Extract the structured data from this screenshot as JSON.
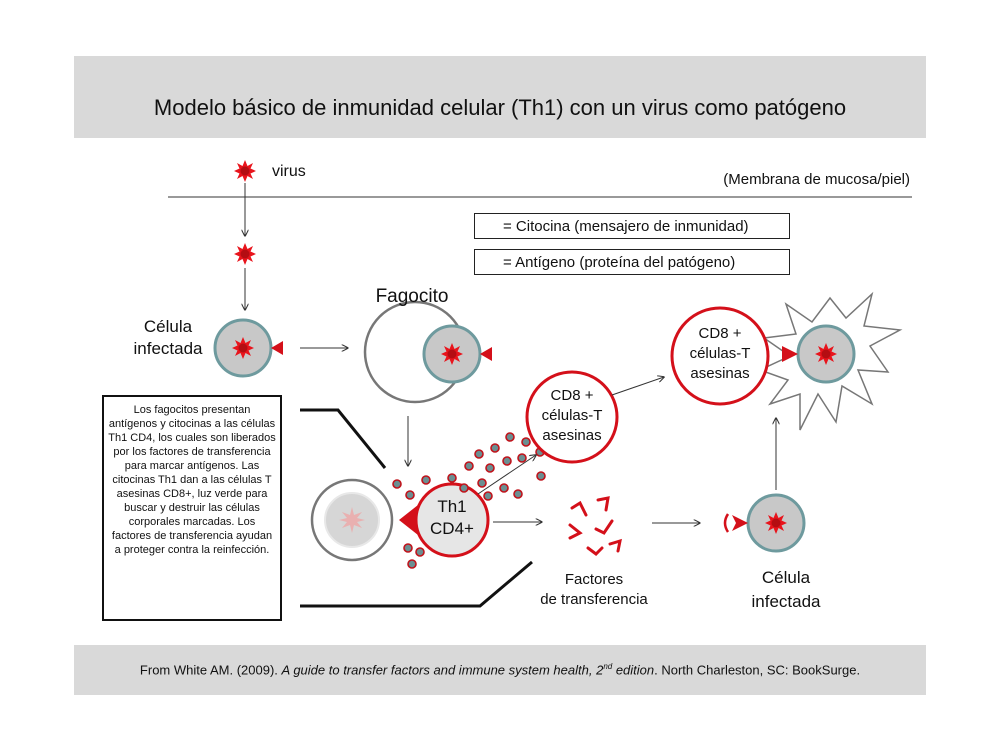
{
  "title": "Modelo básico de inmunidad celular (Th1) con un virus como patógeno",
  "labels": {
    "virus": "virus",
    "membrane": "(Membrana de mucosa/piel)",
    "infected_cell_top_1": "Célula",
    "infected_cell_top_2": "infectada",
    "phagocyte": "Fagocito",
    "th1_1": "Th1",
    "th1_2": "CD4+",
    "cd8_mid_1": "CD8 +",
    "cd8_mid_2": "células-T",
    "cd8_mid_3": "asesinas",
    "cd8_top_1": "CD8 +",
    "cd8_top_2": "células-T",
    "cd8_top_3": "asesinas",
    "transfer_1": "Factores",
    "transfer_2": "de transferencia",
    "infected_cell_bottom_1": "Célula",
    "infected_cell_bottom_2": "infectada"
  },
  "legend": {
    "cytokine": "= Citocina (mensajero de inmunidad)",
    "antigen": "= Antígeno (proteína del patógeno)"
  },
  "note": "Los fagocitos presentan antígenos y citocinas a las células Th1 CD4, los cuales son liberados por  los factores de transferencia para marcar antígenos.  Las citocinas Th1 dan a las células T asesinas CD8+, luz verde para buscar y destruir las células corporales marcadas. Los factores de transferencia ayudan a proteger contra la reinfección.",
  "footer": {
    "prefix": "From White AM. (2009). ",
    "book": "A guide to transfer factors and immune system health, 2",
    "edition_sup": "nd",
    "edition": " edition",
    "suffix": ". North Charleston, SC: BookSurge."
  },
  "colors": {
    "virus_red": "#e8141c",
    "antigen_red": "#d4101a",
    "cell_grey": "#c8c8c8",
    "cell_border": "#6e9a9e",
    "cytokine_fill": "#6b8f92",
    "band_grey": "#d9d9d9"
  }
}
